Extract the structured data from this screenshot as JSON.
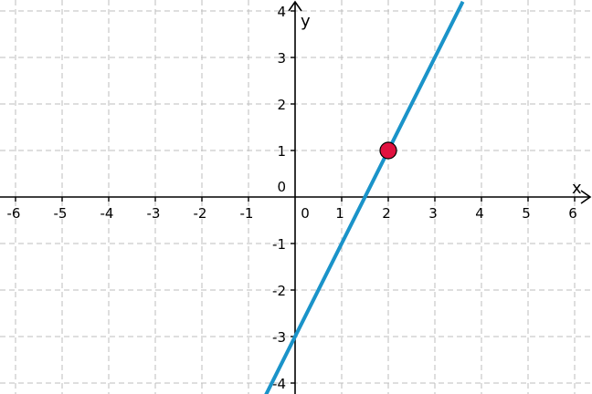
{
  "chart_data": {
    "type": "line",
    "title": "",
    "xlabel": "x",
    "ylabel": "y",
    "xlim": [
      -6.3,
      6.3
    ],
    "ylim": [
      -4.3,
      4.15
    ],
    "grid": true,
    "x_ticks": [
      -6,
      -5,
      -4,
      -3,
      -2,
      -1,
      1,
      2,
      3,
      4,
      5,
      6
    ],
    "y_ticks": [
      -4,
      -3,
      -2,
      -1,
      1,
      2,
      3,
      4
    ],
    "origin_label": "0",
    "series": [
      {
        "kind": "line",
        "equation": "y = 2x - 3",
        "x": [
          -0.65,
          3.6
        ],
        "y": [
          -4.3,
          4.2
        ],
        "color": "#1a93c9"
      },
      {
        "kind": "point",
        "x": [
          2
        ],
        "y": [
          1
        ],
        "color": "#e0113f"
      }
    ]
  }
}
